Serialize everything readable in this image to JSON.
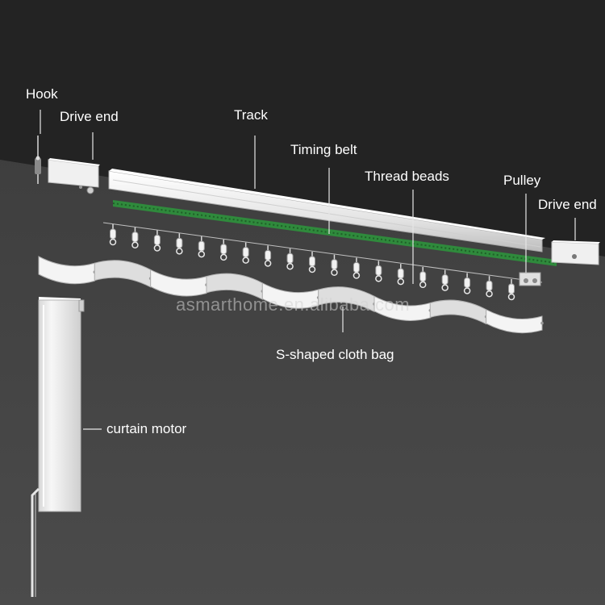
{
  "labels": {
    "hook": "Hook",
    "drive_end_left": "Drive end",
    "track": "Track",
    "timing_belt": "Timing belt",
    "thread_beads": "Thread beads",
    "pulley": "Pulley",
    "drive_end_right": "Drive end",
    "cloth_bag": "S-shaped cloth bag",
    "curtain_motor": "curtain motor"
  },
  "watermark": "asmarthome.en.alibaba.com",
  "colors": {
    "background_top": "#2a2a2a",
    "background_bottom": "#4a4a4a",
    "wall_top": "#202020",
    "component_white": "#f2f2f2",
    "timing_belt": "#2f8a3c",
    "label_text": "#ffffff"
  },
  "items": {
    "runner_count": 19,
    "cloth_wave_count": 9
  }
}
